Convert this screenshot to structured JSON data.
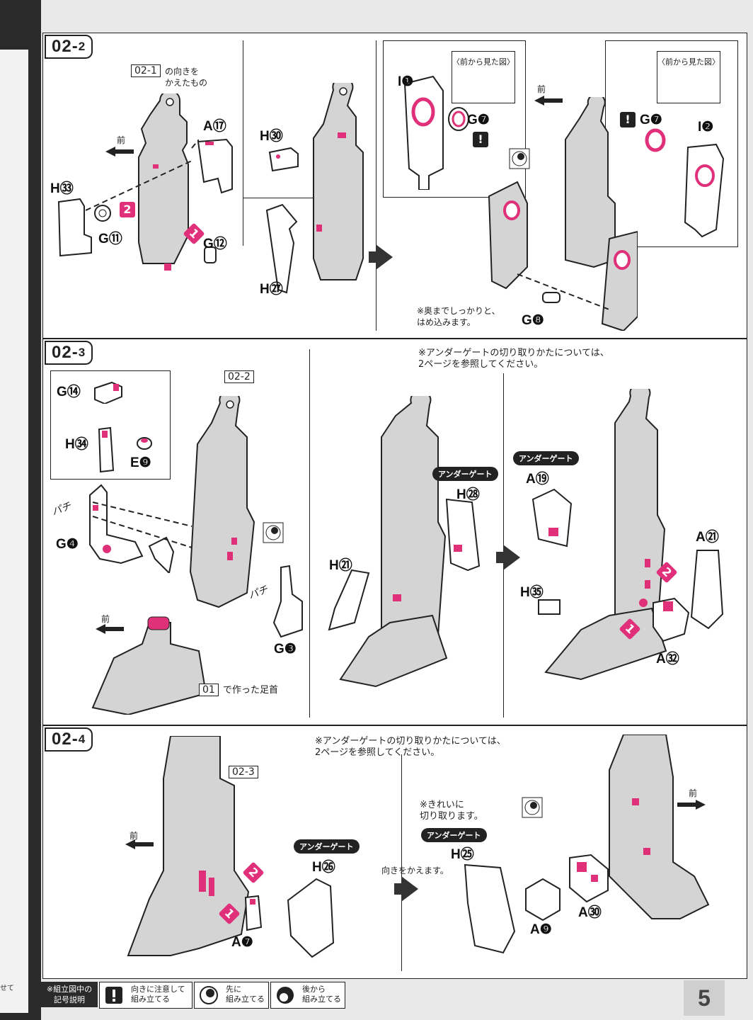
{
  "left_page_fragments": [
    "せて"
  ],
  "steps": [
    {
      "id": "02-2",
      "label_main": "02-",
      "label_sub": "2",
      "ref_text": "02-1",
      "ref_caption": "の向きを\nかえたもの",
      "front_label": "前",
      "part_labels_a": [
        "A⑰",
        "H㉝",
        "G⑪",
        "G⑫",
        "H㉚",
        "H㉗"
      ],
      "inset1_title": "〈前から見た図〉",
      "inset2_title": "〈前から見た図〉",
      "part_labels_b": [
        "I❶",
        "G❼",
        "I❷",
        "G❼",
        "G❽"
      ],
      "note": "※奥までしっかりと、\nはめ込みます。"
    },
    {
      "id": "02-3",
      "label_main": "02-",
      "label_sub": "3",
      "ref_text": "02-2",
      "underside_note": "※アンダーゲートの切り取りかたについては、\n2ページを参照してください。",
      "part_labels": [
        "G⑭",
        "H㉞",
        "E❾",
        "G❹",
        "G❸",
        "H㉑",
        "H㉘",
        "A⑲",
        "A㉑",
        "H㉟",
        "A㉜"
      ],
      "pachi": "パチ",
      "ankle_ref": "01",
      "ankle_caption": "で作った足首",
      "front_label": "前",
      "underside": "アンダーゲート"
    },
    {
      "id": "02-4",
      "label_main": "02-",
      "label_sub": "4",
      "ref_text": "02-3",
      "underside_note": "※アンダーゲートの切り取りかたについては、\n2ページを参照してください。",
      "part_labels": [
        "H㉖",
        "A❼",
        "H㉕",
        "A❾",
        "A㉚"
      ],
      "front_label": "前",
      "underside": "アンダーゲート",
      "clean_cut_note": "※きれいに\n切り取ります。",
      "turn_note": "向きをかえます。"
    }
  ],
  "legend": {
    "title": "※組立図中の\n記号説明",
    "items": [
      {
        "icon": "exclamation-icon",
        "text": "向きに注意して\n組み立てる"
      },
      {
        "icon": "first-assemble-icon",
        "text": "先に\n組み立てる"
      },
      {
        "icon": "later-assemble-icon",
        "text": "後から\n組み立てる"
      }
    ]
  },
  "page_number": "5",
  "colors": {
    "accent": "#e0307a",
    "ink": "#222222",
    "part_gray": "#cfcfcf"
  }
}
